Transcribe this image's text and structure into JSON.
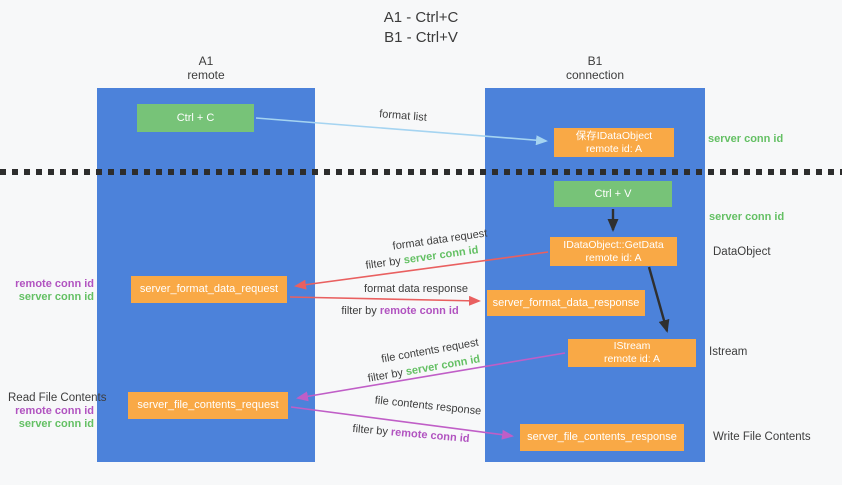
{
  "colors": {
    "background": "#f7f8f9",
    "lane_blue": "#4c82da",
    "green_box": "#77c378",
    "orange_box": "#f9a946",
    "box_text": "#ffffff",
    "green_text": "#64c064",
    "purple_text": "#b153c0",
    "arrow_blue": "#a5d4f1",
    "arrow_red": "#e96060",
    "arrow_magenta": "#c05ec7",
    "arrow_black": "#2f2f2f",
    "separator": "#2d2d2d"
  },
  "title": {
    "line1": "A1 - Ctrl+C",
    "line2": "B1 - Ctrl+V"
  },
  "lanes": {
    "left": {
      "name": "A1",
      "subtitle": "remote"
    },
    "right": {
      "name": "B1",
      "subtitle": "connection"
    }
  },
  "nodes": {
    "ctrl_c": {
      "label": "Ctrl + C"
    },
    "ctrl_v": {
      "label": "Ctrl + V"
    },
    "save_dataobject": {
      "line1": "保存IDataObject",
      "line2": "remote id: A"
    },
    "getdata": {
      "line1": "IDataObject::GetData",
      "line2": "remote id: A"
    },
    "istream": {
      "line1": "IStream",
      "line2": "remote id: A"
    },
    "format_request": {
      "label": "server_format_data_request"
    },
    "format_response": {
      "label": "server_format_data_response"
    },
    "file_request": {
      "label": "server_file_contents_request"
    },
    "file_response": {
      "label": "server_file_contents_response"
    }
  },
  "arrow_labels": {
    "format_list": "format list",
    "format_data_request": "format data request",
    "format_data_response": "format data response",
    "file_contents_request": "file contents request",
    "file_contents_response": "file contents response",
    "filter_by": "filter by",
    "server_conn_id": "server conn id",
    "remote_conn_id": "remote conn id"
  },
  "side_labels": {
    "server_conn_id_top": "server conn id",
    "server_conn_id_mid": "server conn id",
    "dataobject": "DataObject",
    "istream": "Istream",
    "write_file_contents": "Write File Contents",
    "read_file_contents": "Read File Contents",
    "remote_conn_id_1": "remote conn id",
    "server_conn_id_1": "server conn id",
    "remote_conn_id_2": "remote conn id",
    "server_conn_id_2": "server conn id"
  }
}
